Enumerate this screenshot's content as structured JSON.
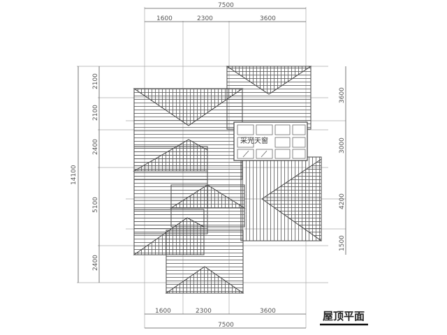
{
  "drawing": {
    "title": "屋顶平面",
    "skylight_label": "采光天窗"
  },
  "dimensions": {
    "top": {
      "total": "7500",
      "segments": [
        "1600",
        "2300",
        "3600"
      ]
    },
    "bottom": {
      "total": "7500",
      "segments": [
        "1600",
        "2300",
        "3600"
      ]
    },
    "left": {
      "total": "14100",
      "segments": [
        "2100",
        "2100",
        "2400",
        "5100",
        "2400"
      ]
    },
    "right": {
      "segments": [
        "3600",
        "3000",
        "4200",
        "1500"
      ]
    }
  },
  "colors": {
    "line": "#444444",
    "grid": "#999999",
    "background": "#ffffff"
  }
}
